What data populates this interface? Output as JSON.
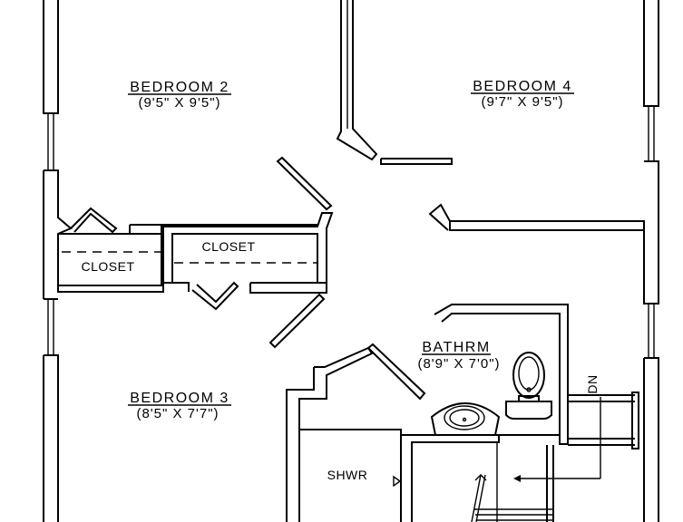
{
  "rooms": {
    "bedroom2": {
      "name": "BEDROOM 2",
      "dims": "(9'5\" X 9'5\")"
    },
    "bedroom4": {
      "name": "BEDROOM 4",
      "dims": "(9'7\" X 9'5\")"
    },
    "bedroom3": {
      "name": "BEDROOM 3",
      "dims": "(8'5\" X 7'7\")"
    },
    "bathroom": {
      "name": "BATHRM",
      "dims": "(8'9\" X 7'0\")"
    }
  },
  "closets": {
    "left": "CLOSET",
    "center": "CLOSET"
  },
  "fixtures": {
    "shower": "SHWR"
  },
  "stairs": {
    "direction": "DN"
  }
}
